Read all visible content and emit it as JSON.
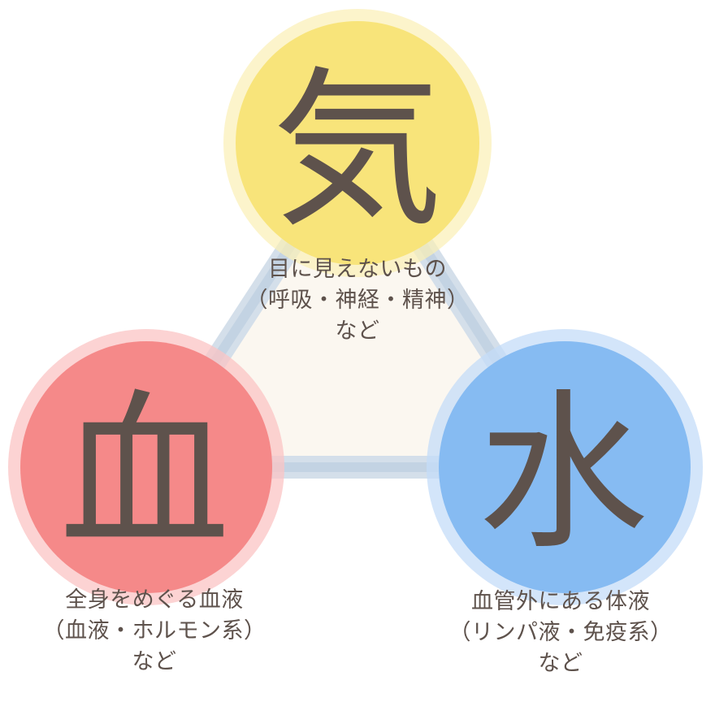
{
  "nodes": {
    "ki": {
      "kanji": "気",
      "line1": "目に見えないもの",
      "line2": "（呼吸・神経・精神）",
      "line3": "など",
      "color": "#f8e47a",
      "halo": "#fbf0b5"
    },
    "ketsu": {
      "kanji": "血",
      "line1": "全身をめぐる血液",
      "line2": "（血液・ホルモン系）",
      "line3": "など",
      "color": "#f58989",
      "halo": "#fbc4c4"
    },
    "sui": {
      "kanji": "水",
      "line1": "血管外にある体液",
      "line2": "（リンパ液・免疫系）",
      "line3": "など",
      "color": "#86bbf2",
      "halo": "#c4dcf8"
    }
  },
  "colors": {
    "text": "#5e524c",
    "connector": "#c9d6e4",
    "triangle_fill": "#fbf7f0"
  }
}
